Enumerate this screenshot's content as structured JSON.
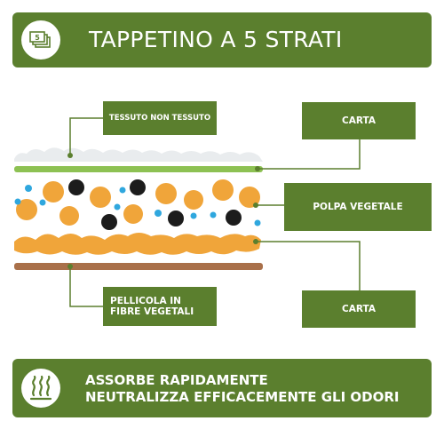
{
  "header": {
    "title": "TAPPETINO A 5 STRATI",
    "icon": "layers-icon"
  },
  "layers": {
    "tessuto": "TESSUTO NON TESSUTO",
    "carta_top": "CARTA",
    "polpa": "POLPA VEGETALE",
    "pellicola_line1": "PELLICOLA IN",
    "pellicola_line2": "FIBRE VEGETALI",
    "carta_bottom": "CARTA"
  },
  "footer": {
    "line1": "ASSORBE RAPIDAMENTE",
    "line2": "NEUTRALIZZA EFFICACEMENTE GLI ODORI",
    "icon": "odor-waves-icon"
  },
  "colors": {
    "brand_green": "#5b7f2e",
    "light_green": "#8dc153",
    "orange": "#f0a53a",
    "black_dot": "#1c1c1c",
    "blue_dot": "#2fa7de",
    "brown": "#a9704a",
    "fluff": "#e9ecee"
  }
}
